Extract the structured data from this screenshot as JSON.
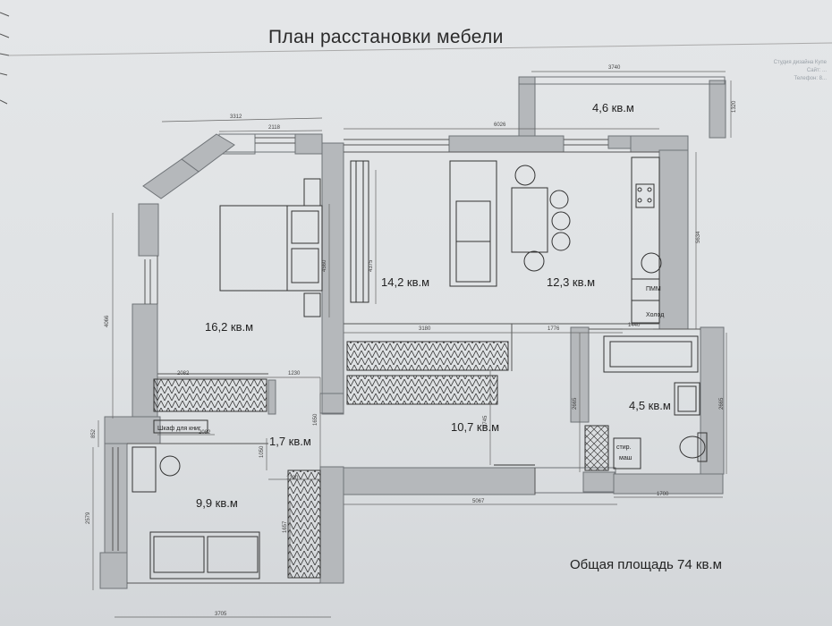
{
  "title": "План расстановки мебели",
  "stamp_lines": [
    "Студия дизайна Купе",
    "Сайт: ...",
    "Телефон: 8..."
  ],
  "rooms": {
    "bedroom": "16,2 кв.м",
    "living": "14,2 кв.м",
    "kitchen": "12,3 кв.м",
    "balcony": "4,6 кв.м",
    "hall": "10,7 кв.м",
    "bathroom": "4,5 кв.м",
    "corridor": "1,7 кв.м",
    "kids": "9,9 кв.м"
  },
  "labels": {
    "bookcase": "Шкаф для книг",
    "dishwasher": "ПММ",
    "fridge": "Холод",
    "washer_line1": "стир.",
    "washer_line2": "маш"
  },
  "dimensions": {
    "d3312": "3312",
    "d2118": "2118",
    "d6026": "6026",
    "d3740": "3740",
    "d1320": "1320",
    "d5634": "5634",
    "d4066": "4066",
    "d4560": "4560",
    "d4375": "4375",
    "d3180": "3180",
    "d1776": "1776",
    "d1440": "1440",
    "d2082a": "2082",
    "d1230a": "1230",
    "d1650": "1650",
    "d1745": "1745",
    "d2665a": "2665",
    "d2665b": "2665",
    "d852": "852",
    "d2082b": "2082",
    "d1050": "1050",
    "d1230b": "1230",
    "d2579": "2579",
    "d1657": "1657",
    "d5067": "5067",
    "d1700": "1700",
    "d3705": "3705"
  },
  "total": "Общая площадь 74 кв.м"
}
